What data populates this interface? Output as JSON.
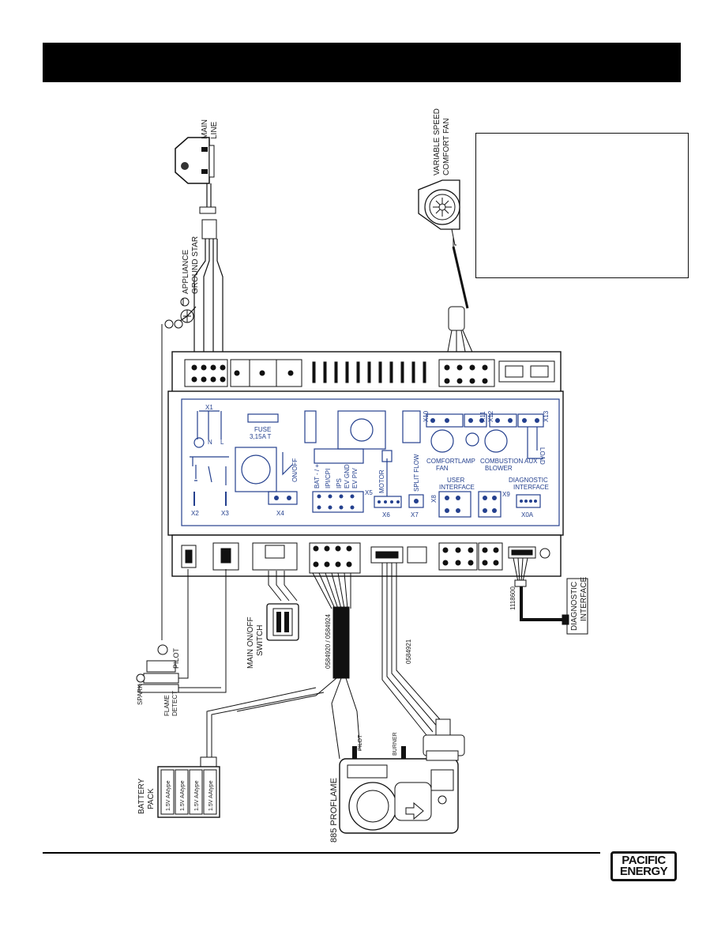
{
  "labels": {
    "main_line": [
      "MAIN",
      "LINE"
    ],
    "appliance_ground": [
      "APPLIANCE",
      "GROUND STAR"
    ],
    "fan": [
      "VARIABLE SPEED",
      "COMFORT FAN"
    ],
    "main_switch": [
      "MAIN ON/OFF",
      "SWITCH"
    ],
    "pilot": "PILOT",
    "spark": "SPARK",
    "flame_detect": [
      "FLAME",
      "DETECT"
    ],
    "battery_pack": [
      "BATTERY",
      "PACK"
    ],
    "battery_cells": [
      "1.5V AAtype",
      "1.5V AAtype",
      "1.5V AAtype",
      "1.5V AAtype"
    ],
    "valve": "885 PROFLAME",
    "valve_pilot": "PILOT",
    "valve_burner": "BURNER",
    "harness_1": "0584920 / 0584924",
    "harness_2": "0584921",
    "diag_cable": "1118600",
    "diag_interface": [
      "DIAGNOSTIC",
      "INTERFACE"
    ]
  },
  "board": {
    "x1": "X1",
    "n": "N",
    "l": "L",
    "fuse": [
      "FUSE",
      "3,15A T"
    ],
    "x2": "X2",
    "x3": "X3",
    "x4": "X4",
    "onoff": "ON/OFF",
    "bat": "BAT - / +",
    "ipi_cpi": "IPI/CPI",
    "ips": "IPS",
    "ev_gnd": "EV GND",
    "ev_piv": "EV PIV",
    "x5": "X5",
    "motor": "MOTOR",
    "x6": "X6",
    "split_flow": "SPLIT FLOW",
    "x7": "X7",
    "x10": "X10",
    "x11": "X11",
    "x12": "X12",
    "x13": "X13",
    "comfort_fan": [
      "COMFORT",
      "FAN"
    ],
    "lamp": "LAMP",
    "combustion_blower": [
      "COMBUSTION",
      "BLOWER"
    ],
    "aux": "AUX",
    "load": "LOAD",
    "user_interface": [
      "USER",
      "INTERFACE"
    ],
    "diagnostic_interface": [
      "DIAGNOSTIC",
      "INTERFACE"
    ],
    "x8": "X8",
    "x9": "X9",
    "x0a": "X0A"
  },
  "logo": [
    "PACIFIC",
    "ENERGY"
  ]
}
